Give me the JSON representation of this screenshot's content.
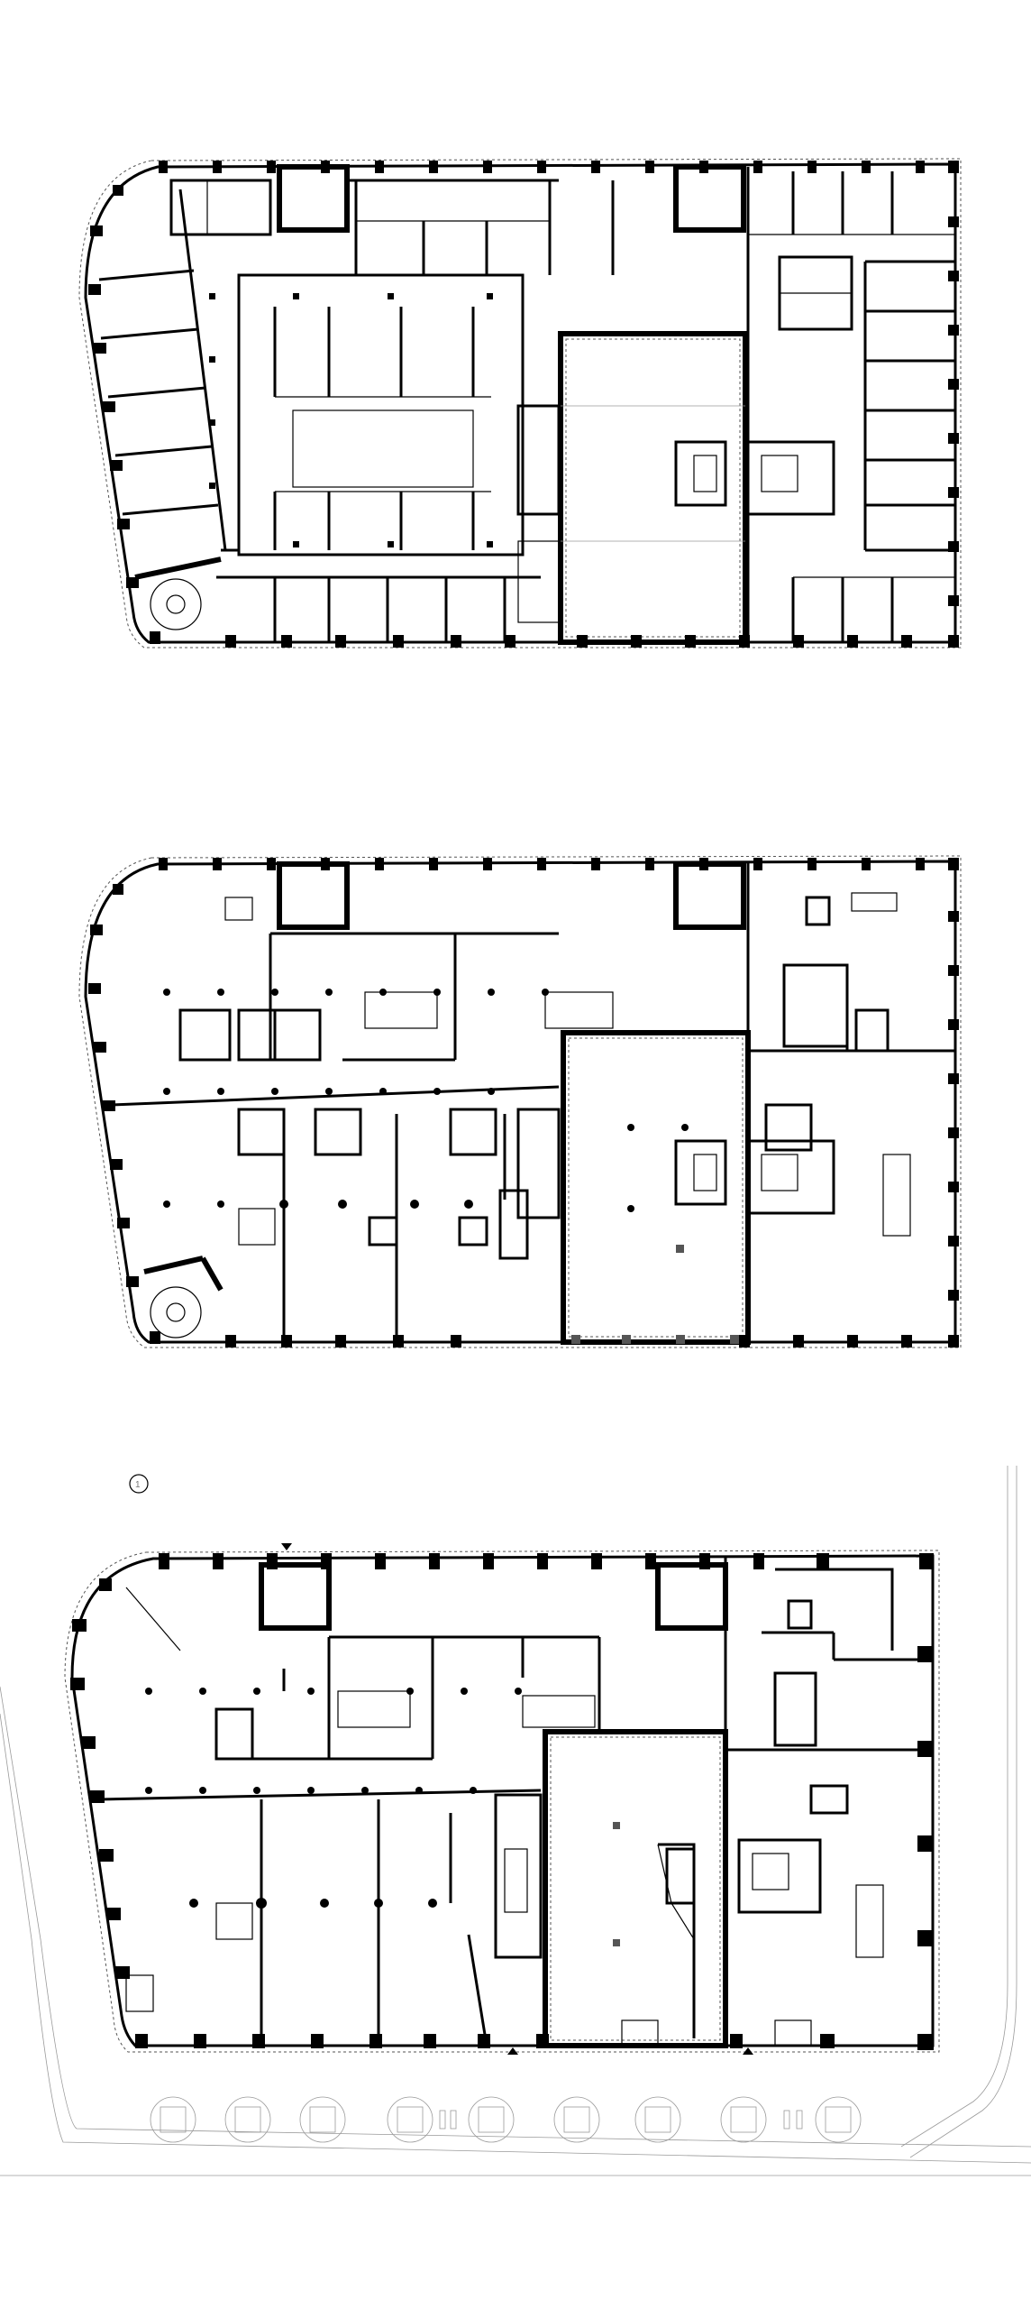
{
  "drawing": {
    "type": "architectural floor plans",
    "plan_count": 3,
    "line_color": "#000000",
    "grey_line_color": "#9a9a9a",
    "background": "#ffffff",
    "section_marker": "1"
  }
}
